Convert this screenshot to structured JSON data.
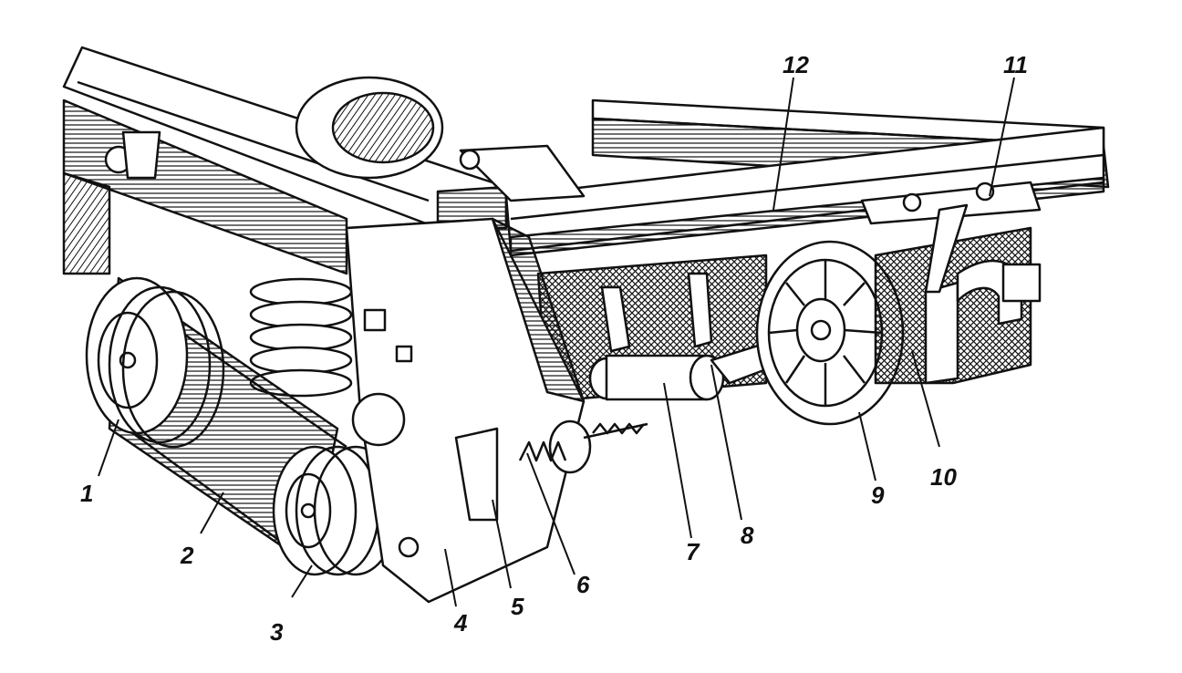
{
  "figure": {
    "description_hidden": "",
    "ink_color": "#111111",
    "paper_color": "#ffffff",
    "callouts": [
      {
        "id": "1",
        "text": "1"
      },
      {
        "id": "2",
        "text": "2"
      },
      {
        "id": "3",
        "text": "3"
      },
      {
        "id": "4",
        "text": "4"
      },
      {
        "id": "5",
        "text": "5"
      },
      {
        "id": "6",
        "text": "6"
      },
      {
        "id": "7",
        "text": "7"
      },
      {
        "id": "8",
        "text": "8"
      },
      {
        "id": "9",
        "text": "9"
      },
      {
        "id": "10",
        "text": "10"
      },
      {
        "id": "11",
        "text": "11"
      },
      {
        "id": "12",
        "text": "12"
      }
    ]
  }
}
